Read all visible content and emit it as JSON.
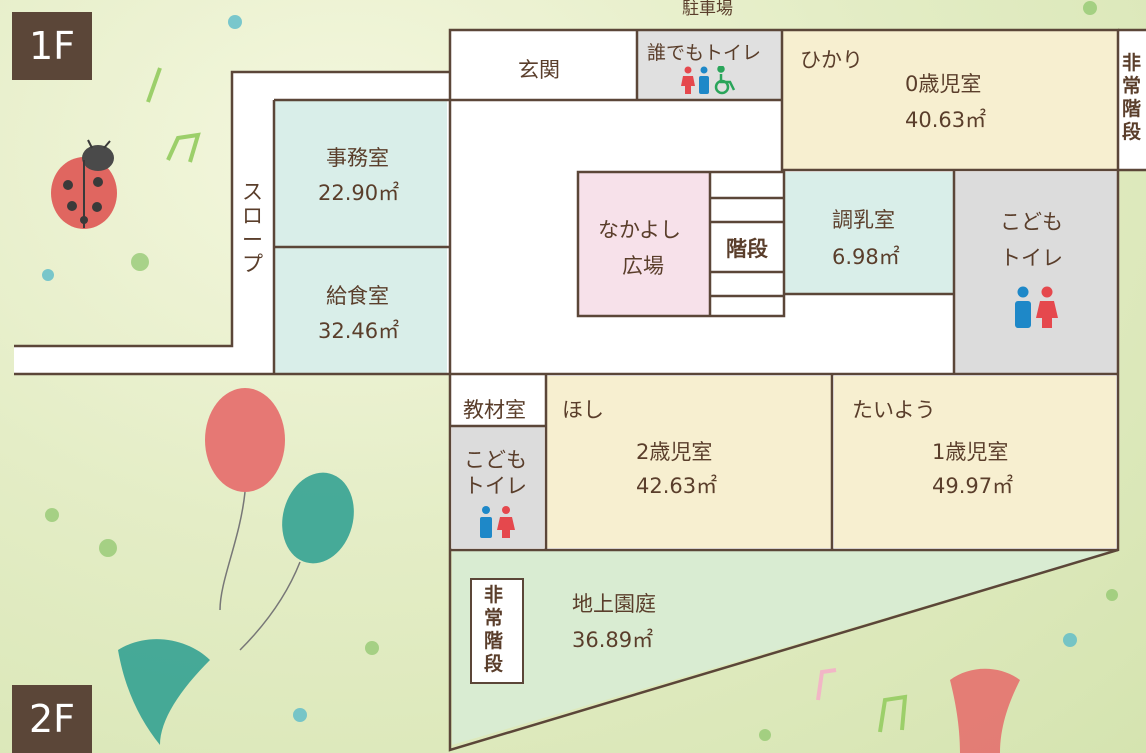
{
  "labels": {
    "floor_1": "1F",
    "floor_2": "2F",
    "parking": "駐車場",
    "entrance": "玄関",
    "universal_toilet": "誰でもトイレ",
    "room_0": {
      "name": "ひかり",
      "type": "0歳児室",
      "area": "40.63㎡"
    },
    "emergency_stairs_right": [
      "非",
      "常",
      "階",
      "段"
    ],
    "office": {
      "type": "事務室",
      "area": "22.90㎡"
    },
    "kitchen": {
      "type": "給食室",
      "area": "32.46㎡"
    },
    "slope": [
      "ス",
      "ロ",
      "ー",
      "プ"
    ],
    "plaza": {
      "line1": "なかよし",
      "line2": "広場"
    },
    "stairs": "階段",
    "milk_room": {
      "type": "調乳室",
      "area": "6.98㎡"
    },
    "kids_toilet_1": {
      "line1": "こども",
      "line2": "トイレ"
    },
    "material_room": "教材室",
    "kids_toilet_2": {
      "line1": "こども",
      "line2": "トイレ"
    },
    "room_2": {
      "name": "ほし",
      "type": "2歳児室",
      "area": "42.63㎡"
    },
    "room_1": {
      "name": "たいよう",
      "type": "1歳児室",
      "area": "49.97㎡"
    },
    "garden": {
      "type": "地上園庭",
      "area": "36.89㎡"
    },
    "emergency_stairs_left": [
      "非",
      "常",
      "階",
      "段"
    ]
  },
  "colors": {
    "wall": "#5b4638",
    "yellow_room": "#f7efd0",
    "blue_room": "#d9eee9",
    "pink_room": "#f7e1ea",
    "gray_room": "#dcdcdc",
    "garden": "#d9ecd2",
    "male": "#1e88c8",
    "female": "#e5484d",
    "accessible": "#2aa55a"
  }
}
